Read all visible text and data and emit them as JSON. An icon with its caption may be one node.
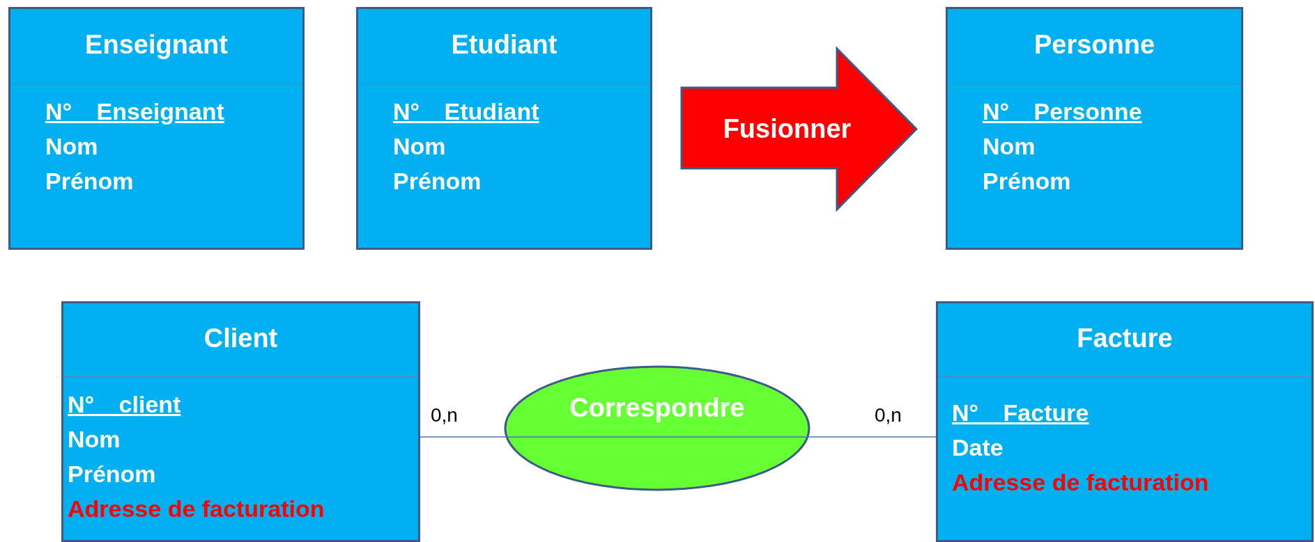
{
  "diagram": {
    "nodes": [
      {
        "text": [
          "Enseignant",
          "N° Enseignant",
          "Nom",
          "Prénom"
        ]
      },
      {
        "text": [
          "Etudiant",
          "N° Etudiant",
          "Nom",
          "Prénom"
        ]
      },
      {
        "text": [
          "Personne",
          "N° Personne",
          "Nom",
          "Prénom"
        ]
      },
      {
        "text": [
          "Client",
          "N° client",
          "Nom",
          "Prénom",
          "Adresse de facturation"
        ]
      },
      {
        "text": [
          "Correspondre"
        ]
      },
      {
        "text": [
          "Facture",
          "N° Facture",
          "Date",
          "Adresse de facturation"
        ]
      }
    ],
    "edges": [
      {
        "from": 1,
        "to": 2,
        "arrow": "to",
        "label": "Fusionner",
        "style": "thick",
        "color": "#ff0000"
      },
      {
        "from": 3,
        "to": 4,
        "arrow": "none",
        "label": "0,n"
      },
      {
        "from": 4,
        "to": 5,
        "arrow": "none",
        "label": "0,n"
      }
    ]
  }
}
